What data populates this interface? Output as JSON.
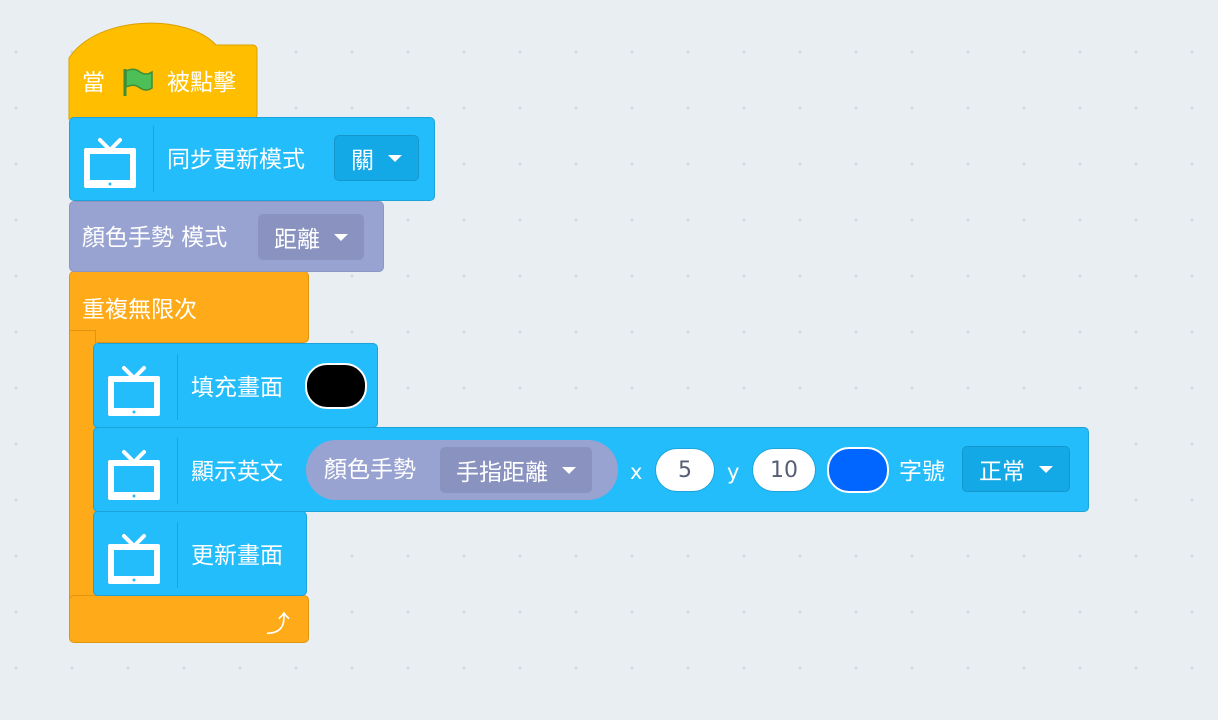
{
  "hat": {
    "prefix": "當",
    "icon": "green-flag-icon",
    "suffix": "被點擊"
  },
  "sync_block": {
    "label": "同步更新模式",
    "dropdown": "關"
  },
  "gesture_mode_block": {
    "label": "顏色手勢 模式",
    "dropdown": "距離"
  },
  "forever_block": {
    "label": "重複無限次"
  },
  "fill_block": {
    "label": "填充畫面",
    "color": "#000000"
  },
  "text_block": {
    "label": "顯示英文",
    "reporter_label": "顏色手勢",
    "reporter_dropdown": "手指距離",
    "x_label": "x",
    "x_value": "5",
    "y_label": "y",
    "y_value": "10",
    "color": "#0066FF",
    "size_label": "字號",
    "size_dropdown": "正常"
  },
  "update_block": {
    "label": "更新畫面"
  },
  "colors": {
    "events": "#FFBF00",
    "display": "#23BDFB",
    "sensor": "#99A3D1",
    "control": "#FFAB19"
  }
}
